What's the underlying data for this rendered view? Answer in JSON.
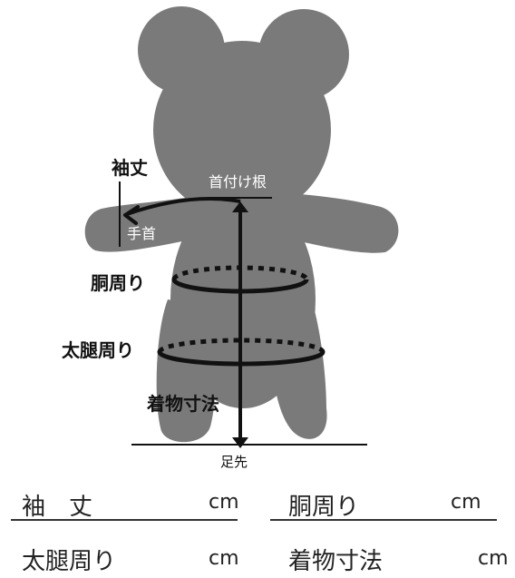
{
  "labels": {
    "sleeve": "袖丈",
    "neck_base": "首付け根",
    "wrist": "手首",
    "waist": "胴周り",
    "thigh": "太腿周り",
    "length": "着物寸法",
    "toe": "足先"
  },
  "form": {
    "fields": [
      {
        "label": "袖　丈",
        "unit": "cm"
      },
      {
        "label": "胴周り",
        "unit": "cm"
      },
      {
        "label": "太腿周り",
        "unit": "cm"
      },
      {
        "label": "着物寸法",
        "unit": "cm"
      }
    ]
  },
  "colors": {
    "bear": "#7a7a7b",
    "line": "#111111",
    "background": "#ffffff"
  }
}
